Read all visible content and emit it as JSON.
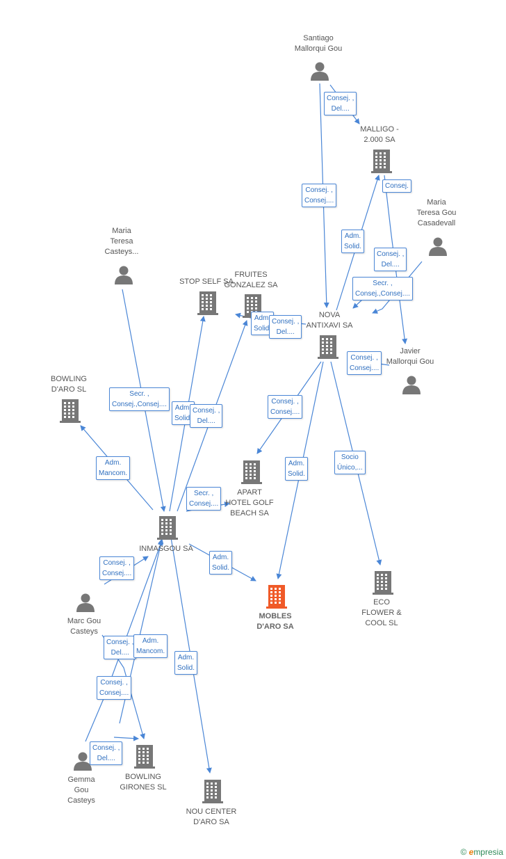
{
  "colors": {
    "edge": "#4a86d6",
    "node": "#777777",
    "highlight": "#f05a28"
  },
  "nodes": [
    {
      "id": "santiago",
      "type": "person",
      "label": "Santiago\nMallorqui Gou"
    },
    {
      "id": "malligo",
      "type": "company",
      "label": "MALLIGO -\n2.000 SA"
    },
    {
      "id": "maria_casadevall",
      "type": "person",
      "label": "Maria\nTeresa Gou\nCasadevall"
    },
    {
      "id": "maria_casteys",
      "type": "person",
      "label": "Maria\nTeresa\nCasteys..."
    },
    {
      "id": "stopself",
      "type": "company",
      "label": "STOP SELF SA"
    },
    {
      "id": "fruites",
      "type": "company",
      "label": "FRUITES\nGONZALEZ SA"
    },
    {
      "id": "nova",
      "type": "company",
      "label": "NOVA\nANTIXAVI SA"
    },
    {
      "id": "javier",
      "type": "person",
      "label": "Javier\nMallorqui Gou"
    },
    {
      "id": "bowling_aro",
      "type": "company",
      "label": "BOWLING\nD'ARO SL"
    },
    {
      "id": "apart",
      "type": "company",
      "label": "APART\nHOTEL GOLF\nBEACH SA"
    },
    {
      "id": "inmasgou",
      "type": "company",
      "label": "INMASGOU SA"
    },
    {
      "id": "mobles",
      "type": "company",
      "label": "MOBLES\nD'ARO SA",
      "highlight": true
    },
    {
      "id": "eco",
      "type": "company",
      "label": "ECO\nFLOWER &\nCOOL SL"
    },
    {
      "id": "marc",
      "type": "person",
      "label": "Marc Gou\nCasteys"
    },
    {
      "id": "gemma",
      "type": "person",
      "label": "Gemma\nGou\nCasteys"
    },
    {
      "id": "bowling_gir",
      "type": "company",
      "label": "BOWLING\nGIRONES SL"
    },
    {
      "id": "noucenter",
      "type": "company",
      "label": "NOU CENTER\nD'ARO SA"
    }
  ],
  "edges": [
    {
      "label": "Consej. ,\nDel...."
    },
    {
      "label": "Consej. ,\nConsej...."
    },
    {
      "label": "Consej."
    },
    {
      "label": "Adm.\nSolid."
    },
    {
      "label": "Consej. ,\nDel...."
    },
    {
      "label": "Secr. ,\nConsej.,Consej...."
    },
    {
      "label": "Consej. ,\nConsej...."
    },
    {
      "label": "Adm.\nSolid."
    },
    {
      "label": "Consej. ,\nDel...."
    },
    {
      "label": "Secr. ,\nConsej.,Consej...."
    },
    {
      "label": "Adm.\nSolid."
    },
    {
      "label": "Consej. ,\nDel...."
    },
    {
      "label": "Adm.\nMancom."
    },
    {
      "label": "Consej. ,\nConsej...."
    },
    {
      "label": "Adm.\nSolid."
    },
    {
      "label": "Socio\nÚnico,..."
    },
    {
      "label": "Secr. ,\nConsej...."
    },
    {
      "label": "Adm.\nSolid."
    },
    {
      "label": "Consej. ,\nConsej...."
    },
    {
      "label": "Consej. ,\nDel...."
    },
    {
      "label": "Adm.\nMancom."
    },
    {
      "label": "Adm.\nSolid."
    },
    {
      "label": "Consej. ,\nConsej...."
    },
    {
      "label": "Consej. ,\nDel...."
    }
  ],
  "footer": {
    "copyright": "©",
    "brand_e": "e",
    "brand_rest": "mpresia"
  }
}
